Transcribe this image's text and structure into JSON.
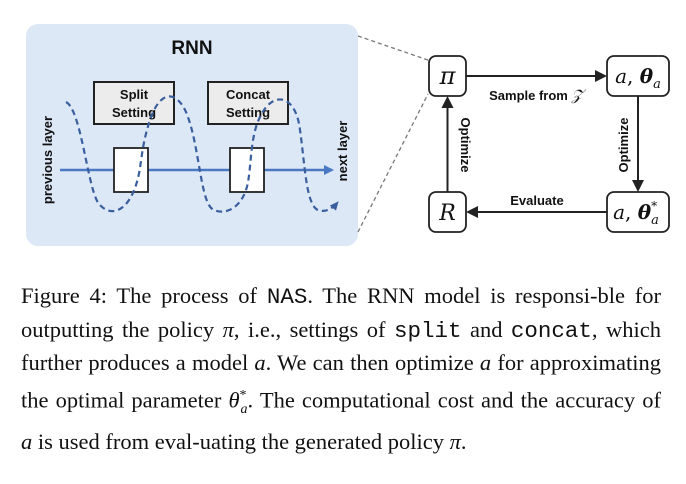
{
  "diagram": {
    "rnn_title": "RNN",
    "split_line1": "Split",
    "split_line2": "Setting",
    "concat_line1": "Concat",
    "concat_line2": "Setting",
    "previous_layer": "previous layer",
    "next_layer": "next layer",
    "node_pi": "π",
    "node_a_theta": "a, θa",
    "node_r": "R",
    "node_a_theta_star": "a, θ*a",
    "edge_sample": "Sample from Z",
    "edge_optimize_left": "Optimize",
    "edge_optimize_right": "Optimize",
    "edge_evaluate": "Evaluate",
    "colors": {
      "panel": "#dde8f7",
      "dashed": "#3a5f9e",
      "arrow": "#4a78c2",
      "dark": "#222222"
    }
  },
  "caption": {
    "prefix": "Figure 4: The process of ",
    "nas": "NAS",
    "t1": ". The RNN model is responsi-ble for outputting the policy ",
    "pi1": "π",
    "t2": ", i.e., settings of ",
    "split": "split",
    "t3": " and ",
    "concat": "concat",
    "t4": ", which further produces a model ",
    "a1": "a",
    "t5": ". We can then optimize ",
    "a2": "a",
    "t6": " for approximating the optimal parameter ",
    "theta": "θ",
    "theta_sup": "*",
    "theta_sub": "a",
    "t7": ". The computational cost and the accuracy of ",
    "a3": "a",
    "t8": " is used from eval-uating the generated policy ",
    "pi2": "π",
    "t9": "."
  }
}
